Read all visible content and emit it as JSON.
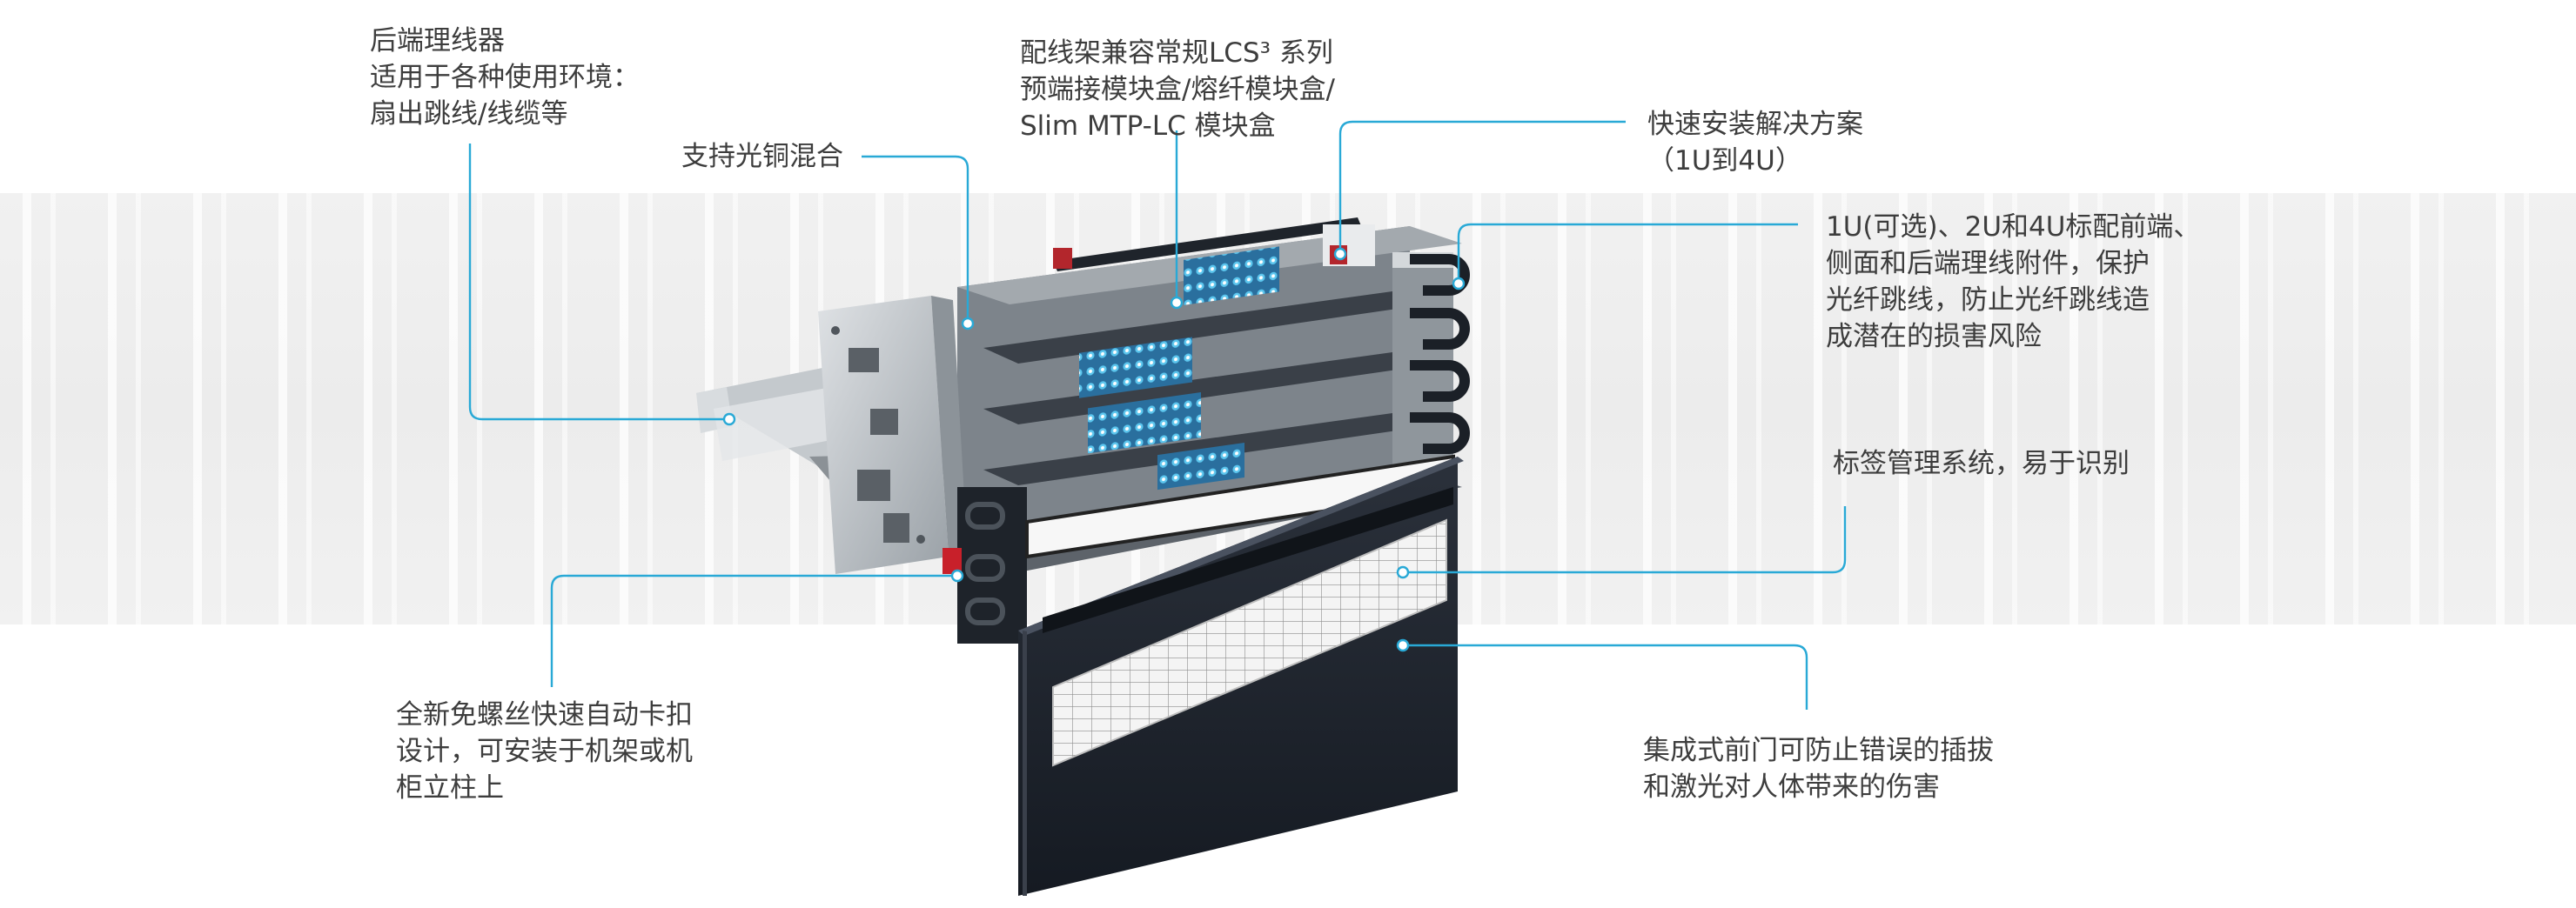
{
  "callouts": {
    "rear_cable_manager": {
      "lines": [
        "后端理线器",
        "适用于各种使用环境：",
        "扇出跳线/线缆等"
      ]
    },
    "fiber_copper_mix": {
      "lines": [
        "支持光铜混合"
      ]
    },
    "lcs3_modules": {
      "lines": [
        "配线架兼容常规LCS³ 系列",
        "预端接模块盒/熔纤模块盒/",
        "Slim MTP-LC 模块盒"
      ]
    },
    "quick_install": {
      "lines": [
        "快速安装解决方案",
        "（1U到4U）"
      ]
    },
    "front_side_rear_accessories": {
      "lines": [
        "1U(可选)、2U和4U标配前端、",
        "侧面和后端理线附件，保护",
        "光纤跳线，防止光纤跳线造",
        "成潜在的损害风险"
      ]
    },
    "label_management": {
      "lines": [
        "标签管理系统，易于识别"
      ]
    },
    "toolless_clip": {
      "lines": [
        "全新免螺丝快速自动卡扣",
        "设计，可安装于机架或机",
        "柜立柱上"
      ]
    },
    "front_door": {
      "lines": [
        "集成式前门可防止错误的插拔",
        "和激光对人体带来的伤害"
      ]
    }
  },
  "colors": {
    "accent": "#29a9d6",
    "panel_dark": "#1e2430",
    "metal": "#b9bec3",
    "adapter_blue": "#2c90c9",
    "latch_red": "#c8202a"
  }
}
